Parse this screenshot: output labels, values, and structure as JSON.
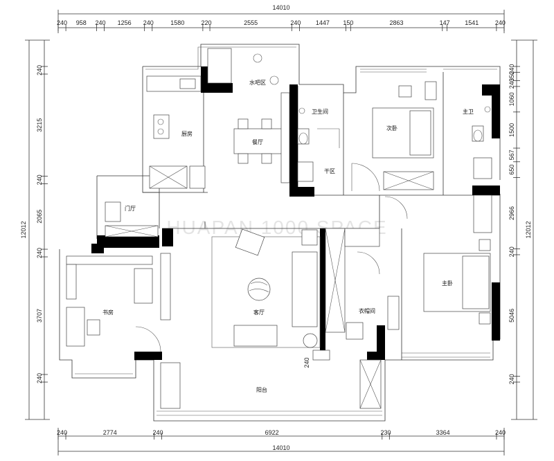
{
  "dimensions": {
    "top_total": "14010",
    "top": [
      "240",
      "958",
      "240",
      "1256",
      "240",
      "1580",
      "220",
      "2555",
      "240",
      "1447",
      "150",
      "2863",
      "147",
      "1541",
      "240"
    ],
    "bottom": [
      "240",
      "2774",
      "240",
      "6922",
      "230",
      "3364",
      "240"
    ],
    "bottom_total": "14010",
    "left_total": "12012",
    "left": [
      "240",
      "3215",
      "240",
      "2065",
      "240",
      "3707",
      "240"
    ],
    "right_total": "12012",
    "right": [
      "240",
      "350",
      "240",
      "1060",
      "1500",
      "567",
      "650",
      "2966",
      "240",
      "5046",
      "240"
    ]
  },
  "rooms": {
    "kitchen": "厨房",
    "dining": "餐厅",
    "water_bar": "水吧区",
    "bathroom": "卫生间",
    "dry_area": "干区",
    "second_bedroom": "次卧",
    "master_bath": "主卫",
    "master_bedroom": "主卧",
    "foyer": "门厅",
    "study": "书房",
    "living": "客厅",
    "cloakroom": "衣帽间",
    "balcony": "阳台",
    "small_dim": "240"
  },
  "watermark": "HUAPAN 1000 SPACE",
  "colors": {
    "wall": "#000000",
    "line": "#333333"
  }
}
